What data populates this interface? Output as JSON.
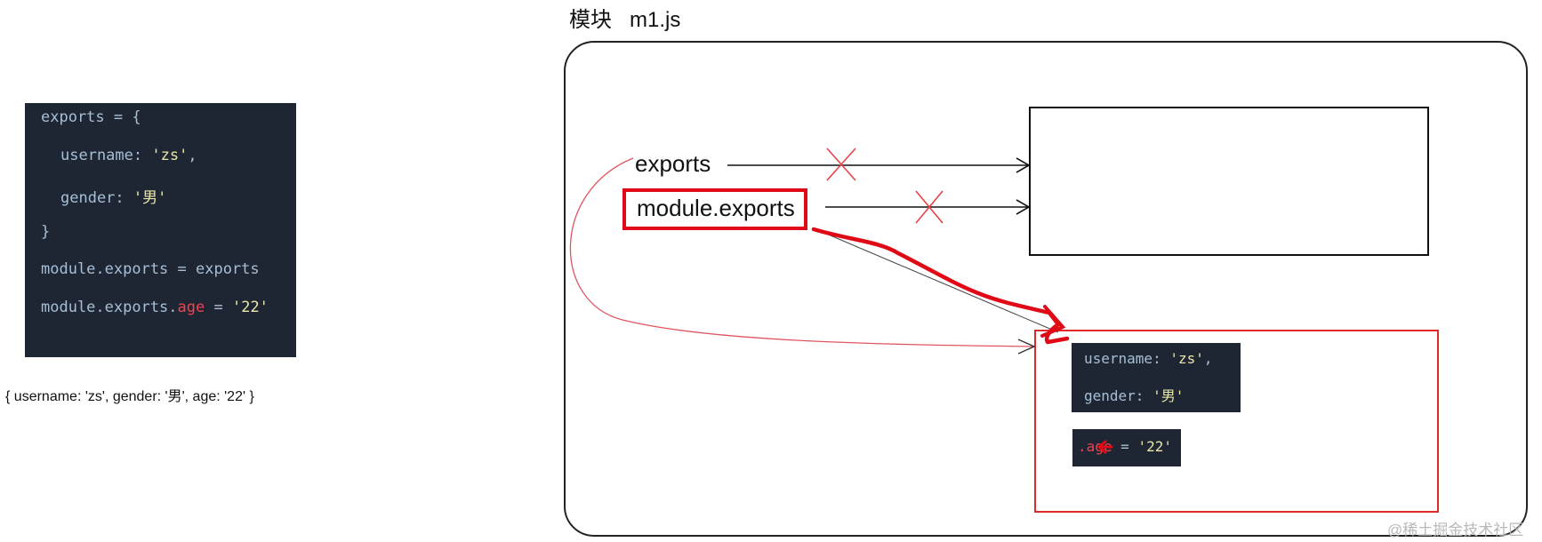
{
  "left_panel": {
    "code_lines": [
      "exports = {",
      "username: ",
      "'zs'",
      ",",
      "gender: ",
      "'男'",
      "}",
      "module.exports = exports",
      "module.exports.",
      "age",
      " = ",
      "'22'"
    ],
    "result": "{ username: 'zs', gender: '男', age: '22' }"
  },
  "diagram": {
    "title": "模块",
    "title_file": "m1.js",
    "label_exports": "exports",
    "label_module_exports": "module.exports",
    "object_code": {
      "line1_key": "username: ",
      "line1_val": "'zs'",
      "line1_end": ",",
      "line2_key": "gender: ",
      "line2_val": "'男'",
      "age_prop": ".age",
      "age_eq": " = ",
      "age_val": "'22'"
    },
    "accent_color": "#e00a16"
  },
  "watermark": "@稀土掘金技术社区"
}
